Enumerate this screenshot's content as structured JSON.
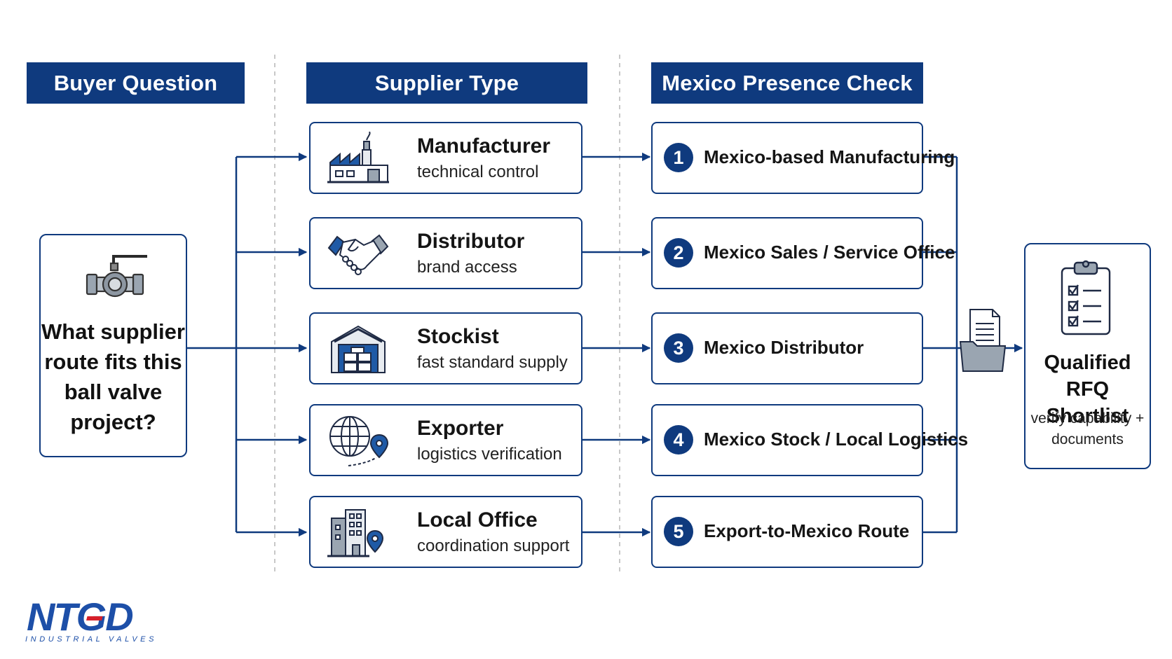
{
  "headers": {
    "buyer_question": "Buyer Question",
    "supplier_type": "Supplier Type",
    "mexico_check": "Mexico Presence Check"
  },
  "question": {
    "line1": "What supplier",
    "line2": "route fits this",
    "line3": "ball valve",
    "line4": "project?",
    "icon": "ball-valve-icon"
  },
  "supplier_types": [
    {
      "title": "Manufacturer",
      "subtitle": "technical control",
      "icon": "factory-icon"
    },
    {
      "title": "Distributor",
      "subtitle": "brand access",
      "icon": "handshake-icon"
    },
    {
      "title": "Stockist",
      "subtitle": "fast standard supply",
      "icon": "warehouse-icon"
    },
    {
      "title": "Exporter",
      "subtitle": "logistics verification",
      "icon": "globe-pin-icon"
    },
    {
      "title": "Local Office",
      "subtitle": "coordination support",
      "icon": "office-building-pin-icon"
    }
  ],
  "checks": [
    {
      "num": "1",
      "label": "Mexico-based Manufacturing"
    },
    {
      "num": "2",
      "label": "Mexico Sales / Service Office"
    },
    {
      "num": "3",
      "label": "Mexico Distributor"
    },
    {
      "num": "4",
      "label": "Mexico Stock / Local Logistics"
    },
    {
      "num": "5",
      "label": "Export-to-Mexico Route"
    }
  ],
  "result": {
    "line1": "Qualified RFQ",
    "line2": "Shortlist",
    "sub1": "verify capability +",
    "sub2": "documents",
    "icon": "clipboard-checklist-icon",
    "folder_icon": "document-folder-icon"
  },
  "logo": {
    "brand": "NTGD",
    "tagline": "INDUSTRIAL VALVES"
  },
  "colors": {
    "navy": "#0f3a7e",
    "logo_blue": "#1d4fa8",
    "logo_red": "#d6202a"
  }
}
